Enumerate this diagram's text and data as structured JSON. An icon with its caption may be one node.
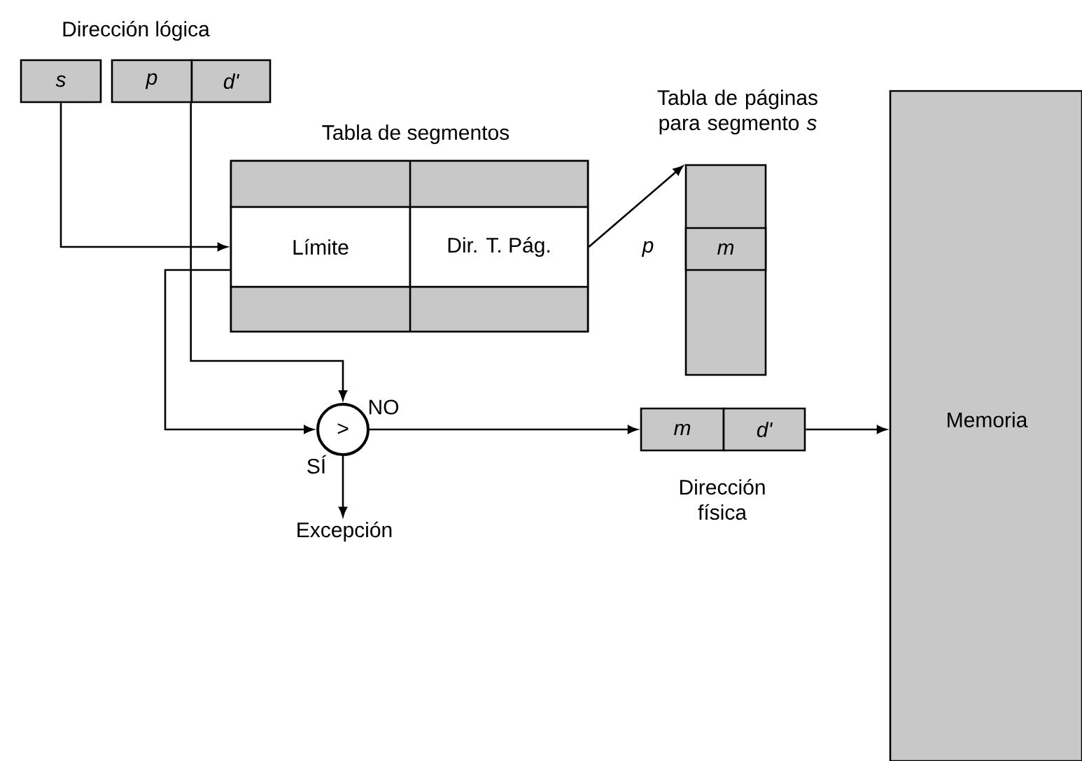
{
  "diagram": {
    "nodes": [
      {
        "text": [
          "s"
        ]
      },
      {
        "text": [
          "p"
        ]
      },
      {
        "text": [
          "d'"
        ]
      },
      {
        "text": [
          "Tabla de segmentos"
        ]
      },
      {
        "text": [
          "Límite"
        ],
        "in": 3
      },
      {
        "text": [
          "Dir. T. Pág."
        ],
        "in": 3
      },
      {
        "text": [
          "Tabla de páginas para segmento *s*"
        ]
      },
      {
        "text": [
          "m"
        ],
        "in": 6,
        "beside": [
          "p"
        ]
      },
      {
        "text": [
          ">"
        ]
      },
      {
        "text": [
          "Excepción"
        ]
      },
      {
        "text": [
          "m"
        ]
      },
      {
        "text": [
          "d'"
        ]
      },
      {
        "text": [
          "Memoria"
        ]
      }
    ],
    "edges": [
      {
        "from": 0,
        "to": 4,
        "arrow": "to"
      },
      {
        "from": 4,
        "to": 8,
        "arrow": "to"
      },
      {
        "from": 2,
        "to": 8,
        "arrow": "to"
      },
      {
        "from": 5,
        "to": 6,
        "arrow": "to"
      },
      {
        "from": 8,
        "to": 10,
        "arrow": "to",
        "label": "NO"
      },
      {
        "from": 8,
        "to": 9,
        "arrow": "to",
        "label": "SÍ"
      },
      {
        "from": 11,
        "to": 12,
        "arrow": "to"
      }
    ],
    "labels": [
      "Dirección lógica",
      "Dirección física"
    ]
  }
}
